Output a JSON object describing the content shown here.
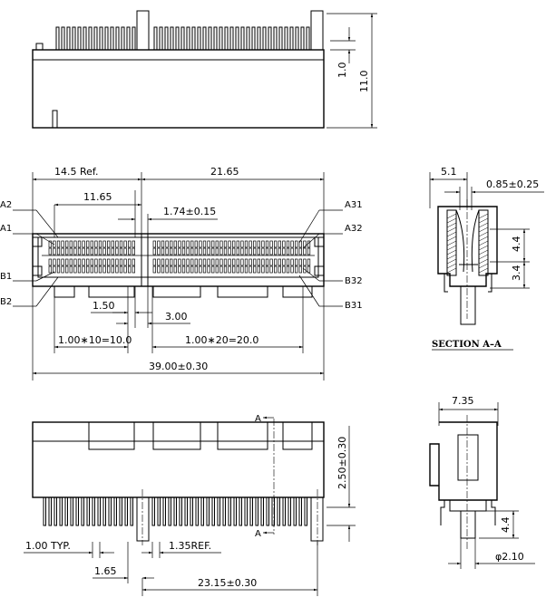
{
  "side_view": {
    "dim_1_0": "1.0",
    "dim_11_0": "11.0"
  },
  "top_view": {
    "dim_ref": "14.5  Ref.",
    "dim_21_65": "21.65",
    "dim_11_65": "11.65",
    "dim_1_74": "1.74±0.15",
    "dim_1_50": "1.50",
    "dim_3_00": "3.00",
    "dim_pitch_left": "1.00∗10=10.0",
    "dim_pitch_right": "1.00∗20=20.0",
    "dim_total": "39.00±0.30",
    "pin_a2": "A2",
    "pin_a1": "A1",
    "pin_b1": "B1",
    "pin_b2": "B2",
    "pin_a31": "A31",
    "pin_a32": "A32",
    "pin_b32": "B32",
    "pin_b31": "B31"
  },
  "section_view": {
    "dim_5_1": "5.1",
    "dim_0_85": "0.85±0.25",
    "dim_4_4": "4.4",
    "dim_3_4": "3.4",
    "title": "SECTION  A–A"
  },
  "front_view": {
    "section_mark_top": "A",
    "section_mark_bottom": "A",
    "dim_2_50": "2.50±0.30",
    "dim_typ": "1.00  TYP.",
    "dim_1_35": "1.35REF.",
    "dim_1_65": "1.65",
    "dim_23_15": "23.15±0.30"
  },
  "end_view": {
    "dim_7_35": "7.35",
    "dim_4_4": "4.4",
    "dim_dia": "φ2.10"
  }
}
